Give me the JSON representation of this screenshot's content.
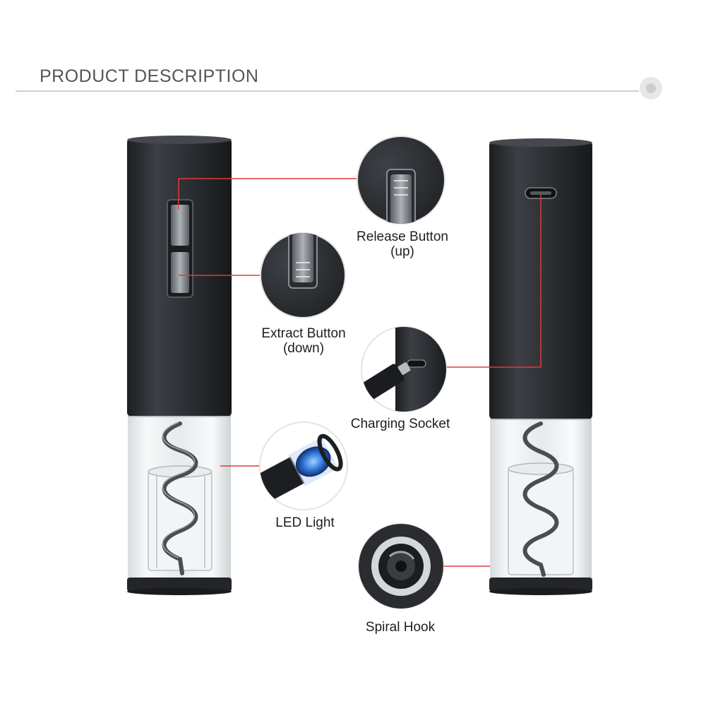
{
  "header": {
    "title": "PRODUCT DESCRIPTION"
  },
  "callouts": {
    "release_button": {
      "line1": "Release Button",
      "line2": "(up)"
    },
    "extract_button": {
      "line1": "Extract Button",
      "line2": "(down)"
    },
    "charging_socket": {
      "line1": "Charging Socket"
    },
    "led_light": {
      "line1": "LED Light"
    },
    "spiral_hook": {
      "line1": "Spiral Hook"
    }
  },
  "colors": {
    "leader_line": "#e03a3a",
    "body_dark": "#2f3236",
    "header_text": "#555555",
    "label_text": "#1e1e1e"
  }
}
